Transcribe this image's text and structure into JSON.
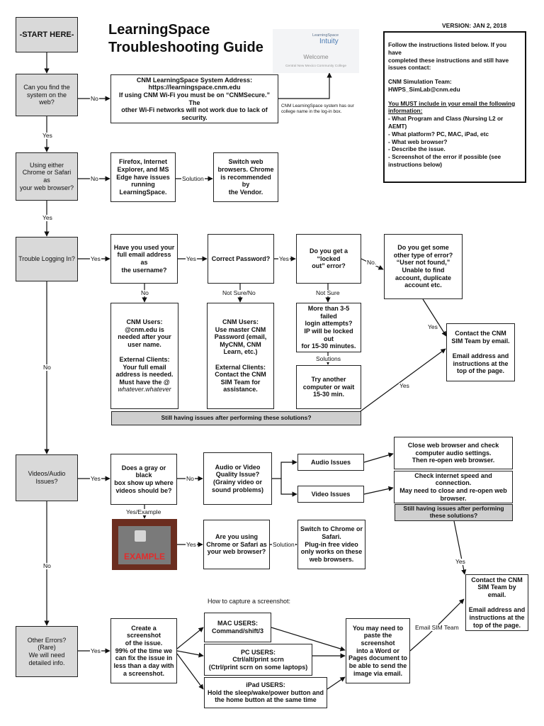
{
  "version": "VERSION: JAN 2, 2018",
  "title": [
    "LearningSpace",
    "Troubleshooting Guide"
  ],
  "login_screen": {
    "brand_small": "LearningSpace",
    "brand": "Intuity",
    "welcome": "Welcome",
    "college": "Central New Mexico Community College"
  },
  "login_note": "CNM LearningSpace system has our college name in the log-in box.",
  "contact_panel": {
    "intro": [
      "Follow the instructions listed below.  If you have",
      "completed these instructions and still have",
      "issues contact:"
    ],
    "team": "CNM Simulation Team:",
    "email": "HWPS_SimLab@cnm.edu",
    "must": [
      "You MUST include in your email the following",
      "information:"
    ],
    "items": [
      "- What Program and Class (Nursing L2 or AEMT)",
      "- What platform?  PC, MAC, iPad, etc",
      "- What web browser?",
      "- Describe the issue.",
      "- Screenshot of the error if possible (see",
      "instructions below)"
    ]
  },
  "nodes": {
    "start": [
      "-START HERE-"
    ],
    "q_find": [
      "Can you find the",
      "system on the web?"
    ],
    "address": [
      "CNM LearningSpace System Address:",
      "https://learningspace.cnm.edu",
      "If using CNM Wi-Fi you must be on “CNMSecure.”  The",
      "other Wi-Fi networks will not work due to lack of",
      "security."
    ],
    "q_browser": [
      "Using either",
      "Chrome or Safari as",
      "your web browser?"
    ],
    "browsers_issue": [
      "Firefox, Internet",
      "Explorer, and MS",
      "Edge have issues",
      "running",
      "LearningSpace."
    ],
    "switch_browsers": [
      "Switch web",
      "browsers.  Chrome",
      "is recommended by",
      "the Vendor."
    ],
    "q_login": [
      "Trouble Logging In?"
    ],
    "q_email": [
      "Have you used your",
      "full email address as",
      "the username?"
    ],
    "q_password": [
      "Correct Password?"
    ],
    "q_locked": [
      "Do you get a “locked",
      "out” error?"
    ],
    "q_other": [
      "Do you get some",
      "other type of error?",
      "“User not found,”",
      "Unable to find",
      "account, duplicate",
      "account etc."
    ],
    "cnm_users_email": [
      "CNM Users:",
      "@cnm.edu is",
      "needed after your",
      "user name.",
      "",
      "External Clients:",
      "Your full email",
      "address is needed.",
      "Must have the @",
      "whatever.whatever"
    ],
    "cnm_users_password": [
      "CNM Users:",
      "Use master CNM",
      "Password (email,",
      "MyCNM, CNM",
      "Learn, etc.)",
      "",
      "External Clients:",
      "Contact the CNM",
      "SIM Team for",
      "assistance."
    ],
    "failed_logins": [
      "More than 3-5 failed",
      "login attempts?",
      "IP will be locked out",
      "for 15-30 minutes."
    ],
    "try_another": [
      "Try another",
      "computer or wait",
      "15-30 min."
    ],
    "contact_team_1": [
      "Contact the CNM",
      "SIM Team by email.",
      "",
      "Email address and",
      "instructions at the",
      "top of the page."
    ],
    "q_videos": [
      "Videos/Audio",
      "Issues?"
    ],
    "q_gray_box": [
      "Does a gray or black",
      "box show up where",
      "videos should be?"
    ],
    "q_quality": [
      "Audio or Video",
      "Quality Issue?",
      "(Grainy video or",
      "sound problems)"
    ],
    "audio_issues": [
      "Audio Issues"
    ],
    "video_issues": [
      "Video Issues"
    ],
    "audio_fix": [
      "Close web browser and check",
      "computer audio settings.",
      "Then re-open web browser."
    ],
    "video_fix": [
      "Check internet speed and connection.",
      "May need to close and re-open web",
      "browser."
    ],
    "q_chrome_safari": [
      "Are you using",
      "Chrome or Safari as",
      "your web browser?"
    ],
    "switch_chrome": [
      "Switch to Chrome or",
      "Safari.",
      "Plug-in free video",
      "only works on these",
      "web browsers."
    ],
    "contact_team_2": [
      "Contact the CNM",
      "SIM Team by email.",
      "",
      "Email address and",
      "instructions at the",
      "top of the page."
    ],
    "q_other_errors": [
      "Other Errors?",
      "(Rare)",
      "We will need",
      "detailed info."
    ],
    "screenshot": [
      "Create a screenshot",
      "of the issue.",
      "99% of the time we",
      "can fix the issue in",
      "less than a day with",
      "a screenshot."
    ],
    "mac": [
      "MAC USERS:",
      "Command/shift/3"
    ],
    "pc": [
      "PC USERS:",
      "Ctrl/alt/print scrn",
      "(Ctrl/print scrn on some laptops)"
    ],
    "ipad": [
      "iPad USERS:",
      "Hold the sleep/wake/power button and",
      "the home button at the same time"
    ],
    "paste": [
      "You may need to",
      "paste the screenshot",
      "into a Word or",
      "Pages document to",
      "be able to send the",
      "image via email."
    ]
  },
  "banners": {
    "still_1": "Still having issues after performing these solutions?",
    "still_2": "Still having issues after performing these solutions?"
  },
  "capture_heading": "How to capture a screenshot:",
  "example_label": "EXAMPLE",
  "labels": {
    "no": "No",
    "yes": "Yes",
    "solution": "Solution",
    "solutions": "Solutions",
    "not_sure_no": "Not Sure/No",
    "not_sure": "Not Sure",
    "yes_example": "Yes/Example",
    "email_sim_team": "Email SIM Team",
    "no_dot": "No."
  }
}
